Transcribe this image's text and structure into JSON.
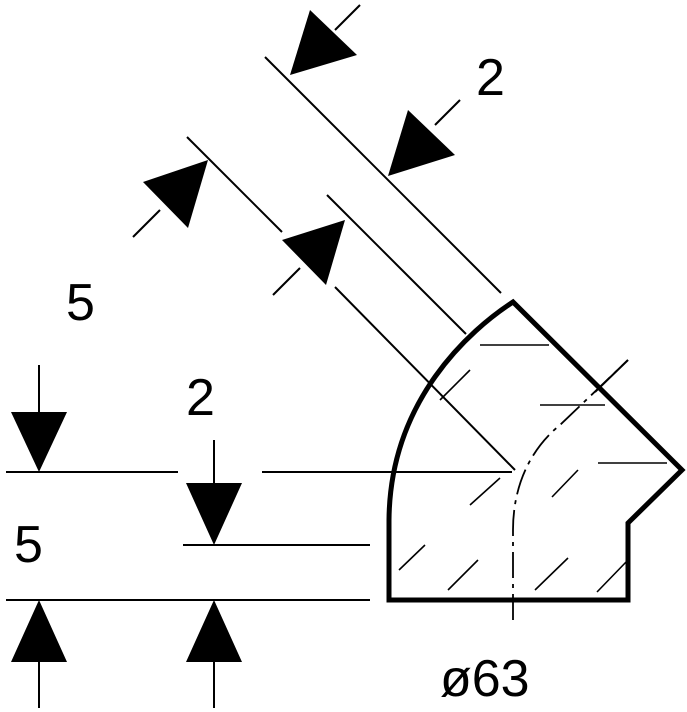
{
  "dimensions": {
    "top_offset": "2",
    "top_depth": "5",
    "left_offset": "2",
    "left_depth": "5",
    "diameter": "ø63"
  },
  "colors": {
    "line": "#000000",
    "background": "#ffffff"
  }
}
